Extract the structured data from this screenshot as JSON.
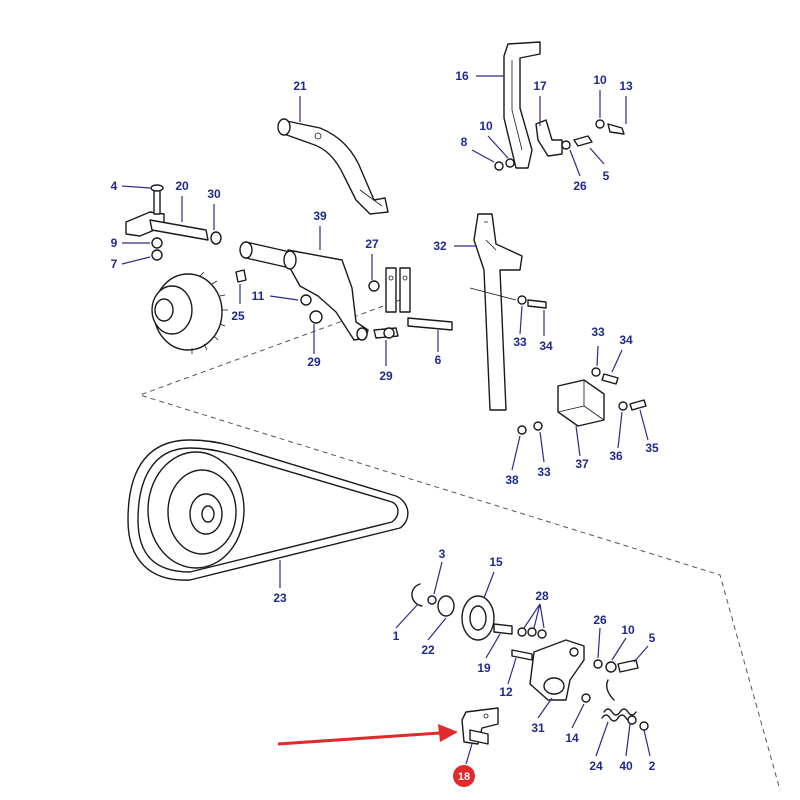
{
  "diagram": {
    "highlight_color": "#e2292b",
    "callout_color": "#1f2a8a",
    "highlighted_part": "18",
    "callouts": {
      "c21": "21",
      "c16": "16",
      "c17": "17",
      "c10a": "10",
      "c13": "13",
      "c8": "8",
      "c10b": "10",
      "c26a": "26",
      "c5a": "5",
      "c4": "4",
      "c20": "20",
      "c30": "30",
      "c9": "9",
      "c7": "7",
      "c39": "39",
      "c27": "27",
      "c32": "32",
      "c11": "11",
      "c25": "25",
      "c29a": "29",
      "c29b": "29",
      "c6": "6",
      "c33a": "33",
      "c34a": "34",
      "c33b": "33",
      "c34b": "34",
      "c37": "37",
      "c36": "36",
      "c35": "35",
      "c38": "38",
      "c33c": "33",
      "c23": "23",
      "c3": "3",
      "c15": "15",
      "c28": "28",
      "c1": "1",
      "c22": "22",
      "c19": "19",
      "c26b": "26",
      "c10c": "10",
      "c5b": "5",
      "c12": "12",
      "c31": "31",
      "c14": "14",
      "c24": "24",
      "c40": "40",
      "c2": "2",
      "c18": "18"
    }
  }
}
